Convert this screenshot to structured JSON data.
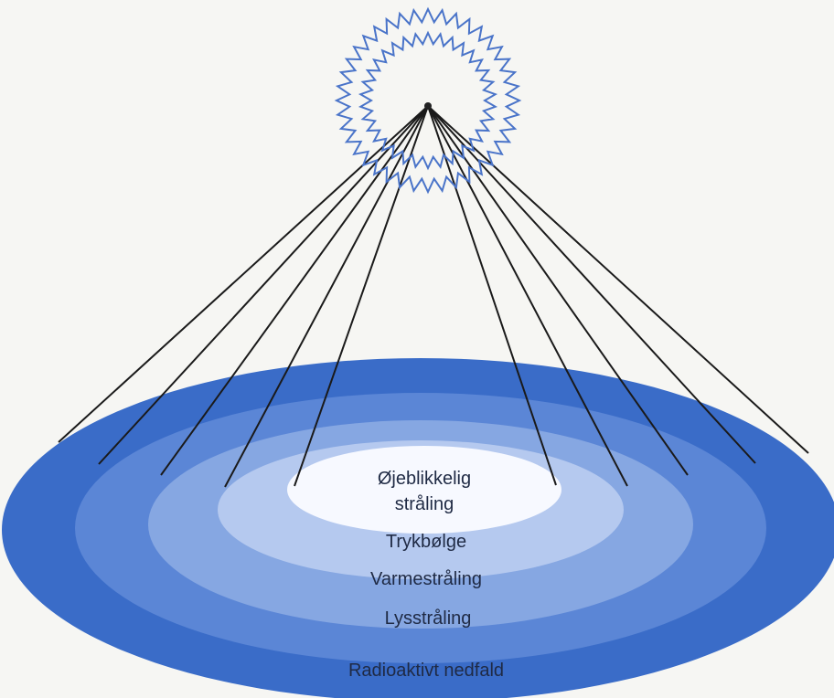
{
  "zones": [
    {
      "id": "radioactive-fallout",
      "label": "Radioaktivt nedfald",
      "color": "#3a6cc8"
    },
    {
      "id": "light-radiation",
      "label": "Lysstråling",
      "color": "#5b86d6"
    },
    {
      "id": "heat-radiation",
      "label": "Varmestråling",
      "color": "#86a7e2"
    },
    {
      "id": "pressure-wave",
      "label": "Trykbølge",
      "color": "#b5c9ef"
    },
    {
      "id": "immediate-radiation",
      "label_line1": "Øjeblikkelig",
      "label_line2": "stråling",
      "color": "#f7f9ff"
    }
  ],
  "burst": {
    "color": "#4a74c9"
  },
  "rays": {
    "color": "#1a1a1a"
  }
}
